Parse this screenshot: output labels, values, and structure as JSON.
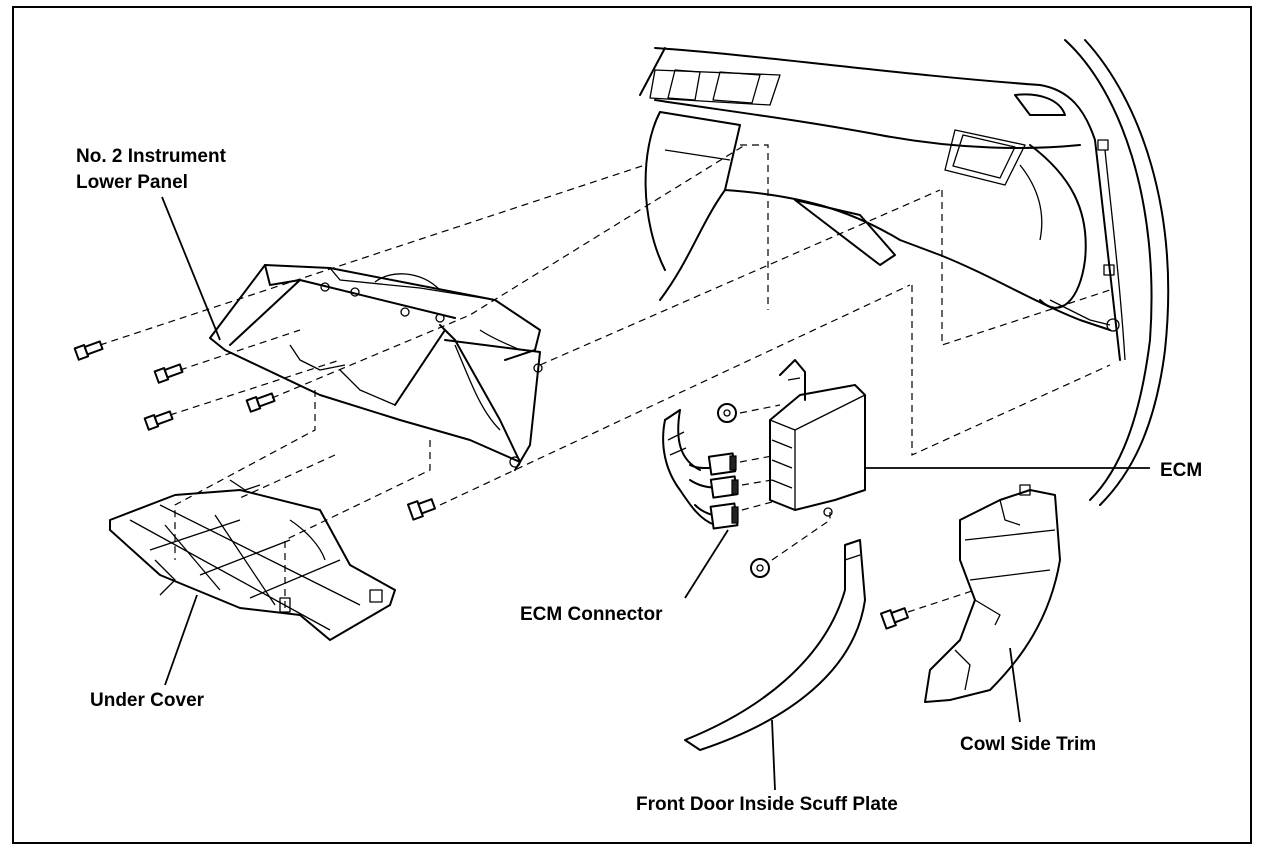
{
  "labels": {
    "instrument_panel_line1": "No. 2 Instrument",
    "instrument_panel_line2": "Lower Panel",
    "under_cover": "Under Cover",
    "ecm_connector": "ECM Connector",
    "ecm": "ECM",
    "cowl_side_trim": "Cowl Side Trim",
    "scuff_plate": "Front Door Inside Scuff Plate"
  }
}
